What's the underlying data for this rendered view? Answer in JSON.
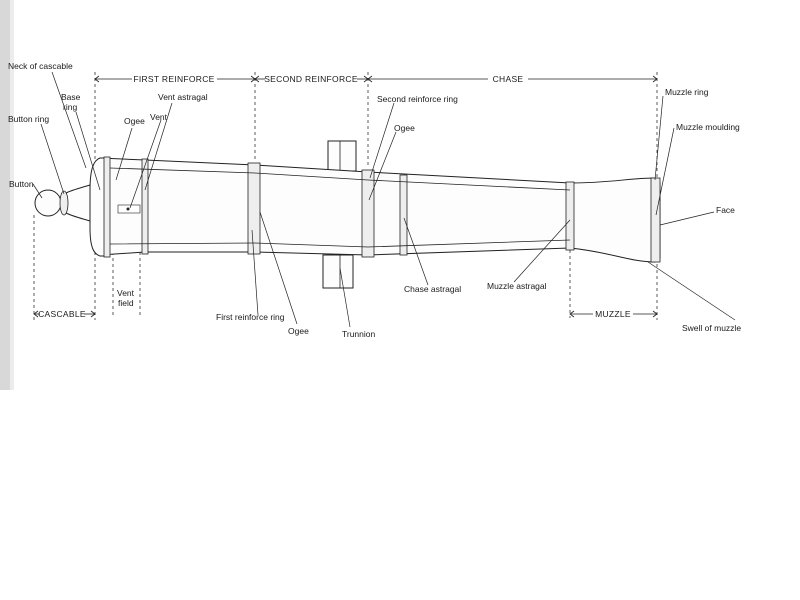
{
  "sections": {
    "first_reinforce": "FIRST REINFORCE",
    "second_reinforce": "SECOND REINFORCE",
    "chase": "CHASE",
    "cascable": "CASCABLE",
    "muzzle": "MUZZLE"
  },
  "labels": {
    "neck_of_cascable": "Neck of cascable",
    "base_ring_1": "Base",
    "base_ring_2": "ring",
    "vent_astragal": "Vent astragal",
    "button_ring": "Button ring",
    "ogee_left": "Ogee",
    "vent": "Vent",
    "button": "Button",
    "second_reinforce_ring": "Second reinforce ring",
    "ogee_mid": "Ogee",
    "muzzle_ring": "Muzzle ring",
    "muzzle_moulding": "Muzzle moulding",
    "face": "Face",
    "vent_field_1": "Vent",
    "vent_field_2": "field",
    "first_reinforce_ring": "First reinforce ring",
    "ogee_bottom": "Ogee",
    "trunnion": "Trunnion",
    "chase_astragal": "Chase astragal",
    "muzzle_astragal": "Muzzle astragal",
    "swell_of_muzzle": "Swell of muzzle"
  },
  "colors": {
    "ink": "#222222",
    "shadow": "#dcdcdc"
  }
}
